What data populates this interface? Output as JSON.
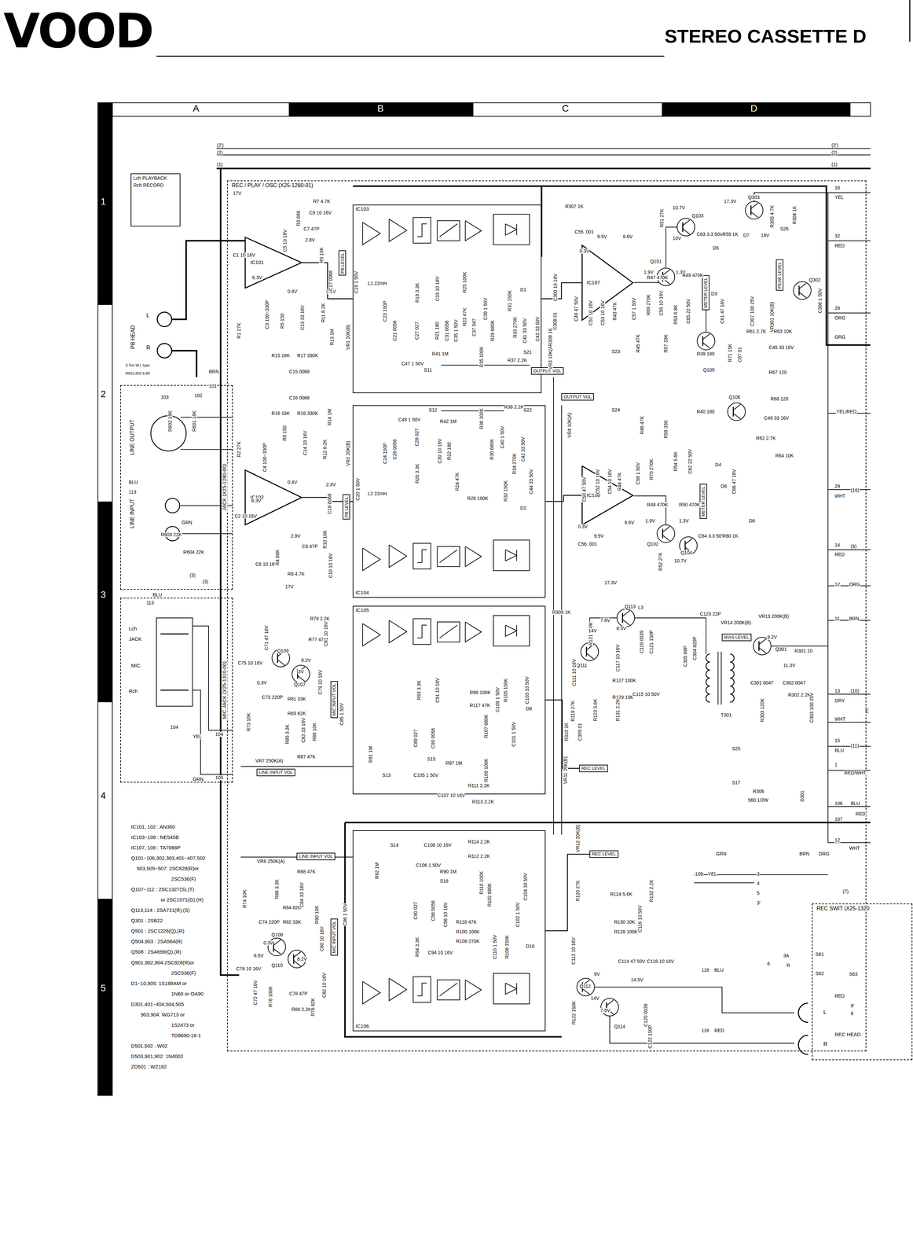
{
  "diagram": {
    "title": "STEREO CASSETTE D",
    "nodes": [
      {
        "text": [
          "REC / PLAY / OSC (X25-1260-01)"
        ]
      },
      {
        "text": [
          "Lch PLAYBACK",
          "Rch RECORD"
        ]
      },
      {
        "text": [
          "JACK (X25-1280-00)"
        ]
      },
      {
        "text": [
          "MIC JACK (X25-1310-00)"
        ]
      },
      {
        "text": [
          "IC101"
        ],
        "in": 0
      },
      {
        "text": [
          "IC102"
        ],
        "in": 0
      },
      {
        "text": [
          "IC103"
        ],
        "in": 0
      },
      {
        "text": [
          "IC104"
        ],
        "in": 0
      },
      {
        "text": [
          "IC105"
        ],
        "in": 0
      },
      {
        "text": [
          "IC106"
        ],
        "in": 0
      },
      {
        "text": [
          "IC107"
        ],
        "in": 0
      },
      {
        "text": [
          "IC108"
        ],
        "in": 0
      },
      {
        "text": [
          "PB LEVEL"
        ],
        "in": 0
      },
      {
        "text": [
          "PB LEVEL"
        ],
        "in": 0
      },
      {
        "text": [
          "OUTPUT VOL"
        ],
        "in": 0
      },
      {
        "text": [
          "OUTPUT VOL"
        ],
        "in": 0
      },
      {
        "text": [
          "METER LEVEL"
        ],
        "in": 0
      },
      {
        "text": [
          "PEAK LEVEL"
        ],
        "in": 0
      },
      {
        "text": [
          "METER LEVEL"
        ],
        "in": 0
      },
      {
        "text": [
          "BIAS LEVEL"
        ],
        "in": 0
      },
      {
        "text": [
          "MIC INPUT VOL"
        ],
        "in": 0
      },
      {
        "text": [
          "LINE INPUT VOL"
        ],
        "in": 0
      },
      {
        "text": [
          "REC LEVEL"
        ],
        "in": 0
      },
      {
        "text": [
          "LINE INPUT VOL"
        ],
        "in": 0
      },
      {
        "text": [
          "REC LEVEL"
        ],
        "in": 0
      },
      {
        "text": [
          "MIC INPUT VOL"
        ],
        "in": 0
      },
      {
        "text": [
          "REC SWIT (X25-1320"
        ]
      }
    ],
    "edges": [
      {
        "from": 4,
        "to": 6,
        "arrow": "none"
      },
      {
        "from": 6,
        "to": 10,
        "arrow": "none"
      },
      {
        "from": 5,
        "to": 7,
        "arrow": "none"
      },
      {
        "from": 7,
        "to": 11,
        "arrow": "none"
      },
      {
        "from": 8,
        "to": 22,
        "arrow": "none"
      },
      {
        "from": 9,
        "to": 24,
        "arrow": "none"
      }
    ],
    "labels": [
      "VOOD",
      "A",
      "B",
      "C",
      "D",
      "1",
      "2",
      "3",
      "4",
      "5",
      "(2')",
      "(2)",
      "(1)",
      "(2')",
      "(2)",
      "(1)",
      "17V",
      "R7 4.7K",
      "R3 68K",
      "C5 10 16V",
      "C9 10 16V",
      "C7 47P",
      "2.8V",
      "C1 10 16V",
      "6.3V",
      "0.4V",
      "2.3V",
      "R9 10K",
      "C17 0068",
      "R1 27K",
      "C3 100~330P",
      "R5 150",
      "C13 33 16V",
      "R11 8.2K",
      "R13 1M",
      "R15 18K",
      "R17 330K",
      "C15 0068",
      "VR1 20K(B)",
      "C19 1 50V",
      "PB HEAD",
      "L",
      "R",
      "X For W.L type",
      "R601,602 6.8K",
      "BRN",
      "101",
      "L1 22mH",
      "C23 150P",
      "C21 0056",
      "C27 027",
      "R19 3.3K",
      "R21 180",
      "C31 0056",
      "C33 10 16V",
      "C35 1 50V",
      "R23 47K",
      "R25 100K",
      "C37 047",
      "C39 1 50V",
      "R29 680K",
      "R31 150K",
      "R33 270K",
      "D1",
      "C41 33 50V",
      "C43 33 50V",
      "C47 1 50V",
      "R41 1M",
      "S11",
      "R35 100K",
      "R37 2.2K",
      "S21",
      "VR3 10K(A)",
      "S23",
      "R307 1K",
      "C308 01",
      "C300 10 16V",
      "R308 1K",
      "C55 .001",
      "9.5V",
      "8.6V",
      "0.3V",
      "C49 47 50V",
      "C51 10 16V",
      "C53 10 16V",
      "R43 47K",
      "C57 1 50V",
      "R45 47K",
      "R57 33K",
      "R69 270K",
      "C59 10 16V",
      "R53 6.8K",
      "C65 22 50V",
      "Q101",
      "Q103",
      "R51 27K",
      "10.7V",
      "1.9V",
      "1.3V",
      "10V",
      "C63 3.3 50V",
      "R59 1K",
      "Q303",
      "17.3V",
      "D7",
      "18V",
      "R305 4.7K",
      "R304 1K",
      "S26",
      "R47 470K",
      "R49 470K",
      "D5",
      "D3",
      "C61 47 16V",
      "Q302",
      "VR301 10K(B)",
      "C307 100 25V",
      "C306 1 50V",
      "R39 180",
      "Q105",
      "R61 2.7K",
      "R63 10K",
      "C45 33 16V",
      "R67 120",
      "R71 15K",
      "C67 01",
      "33",
      "YEL",
      "32",
      "RED",
      "28",
      "ORG",
      "ORG",
      "C16 0068",
      "R16 18K",
      "R18 330K",
      "R2 27K",
      "C4 100~330P",
      "R6 150",
      "C14 33 16V",
      "R12 8.2K",
      "R14 1M",
      "VR2 20K(B)",
      "C20 1 50V",
      "C18 0068",
      "0.4V",
      "2.3V",
      "6.3V",
      "C2 10 16V",
      "2.8V",
      "C8 47P",
      "C6 10 16V",
      "R4 68K",
      "R8 4.7K",
      "R10 10K",
      "C10 10 16V",
      "17V",
      "C24 150P",
      "C26 0056",
      "L2 22mH",
      "C28 027",
      "R20 3.3K",
      "S12",
      "R42 1M",
      "R36 100K",
      "R38 2.2K",
      "S22",
      "C48 1 50V",
      "C30 10 16V",
      "R22 180",
      "R24 47K",
      "R26 100K",
      "C40 1 50V",
      "R30 680K",
      "R34 270K",
      "R32 150K",
      "D2",
      "C44 33 50V",
      "C42 33 50V",
      "VR4 10K(A)",
      "S24",
      "R46 47K",
      "R58 33K",
      "C50 47 50V",
      "C52 10 16V",
      "C54 10 16V",
      "R44 47K",
      "C58 1 50V",
      "R70 270K",
      "R48 470K",
      "R50 470K",
      "Q106",
      "R40 180",
      "R62 2.7K",
      "R64 10K",
      "R68 120",
      "C46 33 16V",
      "D4",
      "D6",
      "D8",
      "C56 .001",
      "9.5V",
      "8.6V",
      "0.3V",
      "Q102",
      "Q104",
      "R52 27K",
      "10.7V",
      "C64 3.3 50V",
      "R60 1K",
      "17.3V",
      "1.9V",
      "1.3V",
      "R54 5.6K",
      "C62 22 50V",
      "C66 47 16V",
      "YEL/RED",
      "29",
      "WHT",
      "(16)",
      "14",
      "RED",
      "(9)",
      "12",
      "ORG",
      "11",
      "BRN",
      "13",
      "GRY",
      "(10)",
      "E",
      "WHT",
      "15",
      "BLU",
      "(11)",
      "1",
      "RED/WHT",
      "106",
      "BLU",
      "RED",
      "107",
      "12",
      "WHT",
      "(7)",
      "LINE OUTPUT",
      "LINE INPUT",
      "103",
      "102",
      "R602 18K",
      "R601 18K",
      "BLU",
      "113",
      "R603 22K",
      "R604 22K",
      "GRN",
      "(3)",
      "(3)",
      "113",
      "BLU",
      "Lch",
      "JACK",
      "MIC",
      "Rch",
      "104",
      "YEL",
      "104",
      "GRN",
      "105",
      "C71 47 16V",
      "C75 10 16V",
      "Q109",
      "Q107",
      "R77 47K",
      "R79 2.2K",
      "C81 10 16V",
      "0.3V",
      "8.2V",
      "3V",
      "C79 10 16V",
      "C73 220P",
      "R81 33K",
      "R73 10K",
      "R83 82K",
      "R85 3.3K",
      "C83 33 16V",
      "R89 10K",
      "C85 1 50V",
      "R87 47K",
      "VR7 250K(A)",
      "R93 3.3K",
      "C89 027",
      "C95 0056",
      "C91 10 16V",
      "R117 47K",
      "R99 100K",
      "R105 150K",
      "D9",
      "C101 1 50V",
      "R107 680K",
      "C103 33 50V",
      "C109 1 50V",
      "S15",
      "R97 1M",
      "R109 100K",
      "R111 2.2K",
      "R113 2.2K",
      "C105 1 50V",
      "C107 10 16V",
      "R91 1M",
      "S13",
      "R309 1K",
      "R121 150K",
      "Q111",
      "Q113",
      "7.8V",
      "14V",
      "8.5V",
      "C117 10 16V",
      "C111 10 16V",
      "R127 100K",
      "R129 10K",
      "C115 10 50V",
      "R123 5.6K",
      "R131 2.2K",
      "R119 27K",
      "R310 1K",
      "C309 01",
      "VR11 20K(B)",
      "L3",
      "C119 0039",
      "C121 150P",
      "C123 22P",
      "VR13 200K(B)",
      "VR14 200K(B)",
      "C304 820P",
      "C305 68P",
      "9.2V",
      "Q301",
      "R301 10",
      "11.3V",
      "T301",
      "C301 0047",
      "C302 0047",
      "R302 2.2K",
      "R303 120K",
      "C303 100 25V",
      "S25",
      "S17",
      "R306",
      "560 1/2W",
      "D301",
      "VR8 250K(A)",
      "R88 47K",
      "R74 10K",
      "R86 3.3K",
      "R84 82K",
      "R82 33K",
      "C74 220P",
      "C84 33 16V",
      "R90 10K",
      "C86 1 50V",
      "Q108",
      "Q110",
      "0.3V",
      "6.5V",
      "8.2V",
      "C80 10 16V",
      "C82 10 16V",
      "C76 10 16V",
      "C72 47 16V",
      "R78 100K",
      "C78 47P",
      "R80 2.2K",
      "R76 82K",
      "S14",
      "C108 10 16V",
      "R114 2.2K",
      "R112 2.2K",
      "C106 1 50V",
      "R90 1M",
      "S16",
      "R92 1M",
      "R110 100K",
      "C90 027",
      "R94 3.3K",
      "C96 0056",
      "C98 10 16V",
      "R118 47K",
      "R100 100K",
      "R108 270K",
      "R106 150K",
      "D10",
      "C102 1 50V",
      "C104 33 50V",
      "C110 1 50V",
      "C94 10 16V",
      "R102 680K",
      "VR12 20K(B)",
      "R120 27K",
      "R124 5.6K",
      "R130 10K",
      "R128 100K",
      "C116 10 50V",
      "R132 2.2K",
      "C112 10 16V",
      "Q112",
      "9V",
      "14.5V",
      "C114 47 50V",
      "C118 10 16V",
      "14V",
      "7.6V",
      "Q114",
      "R122 150K",
      "C120 0039",
      "C122 150P",
      "116",
      "RED",
      "118",
      "BLU",
      "109",
      "YEL",
      "GRN",
      "BRN",
      "ORG",
      "3",
      "4",
      "5",
      "3'",
      "3A",
      "6",
      "R",
      "S61",
      "S62",
      "S63",
      "RED",
      "8'",
      "8",
      "L",
      "R",
      "REC HEAD",
      "IC101, 102 : AN360",
      "IC103~106 : NE545B",
      "IC107, 108 : TA7066P",
      "Q101~106,302,303,401~407,502",
      "503,505~507: 2SC828(R)or",
      "2SC536(F)",
      "Q107~112 : 2SC1327(S),(T)",
      "or 2SC1571(G),(H)",
      "Q113,114 : 2SA721(R),(S)",
      "Q301 : 2SB22",
      "Q501 : 2SC1226(Q),(R)",
      "Q504,903 : 2SA564(R)",
      "Q508 : 2SA699(Q),(R)",
      "Q901,902,904:2SC828(R)or",
      "2SC536(F)",
      "D1~10,905: 1S188AM or",
      "1N60 or OA90",
      "D301,401~404,504,505",
      "903,904: WG713 or",
      "1S2473 or",
      "TD9600-16-1",
      "D501,502 : W02",
      "D503,901,902: 1N4002",
      "ZD501 : WZ182"
    ]
  }
}
